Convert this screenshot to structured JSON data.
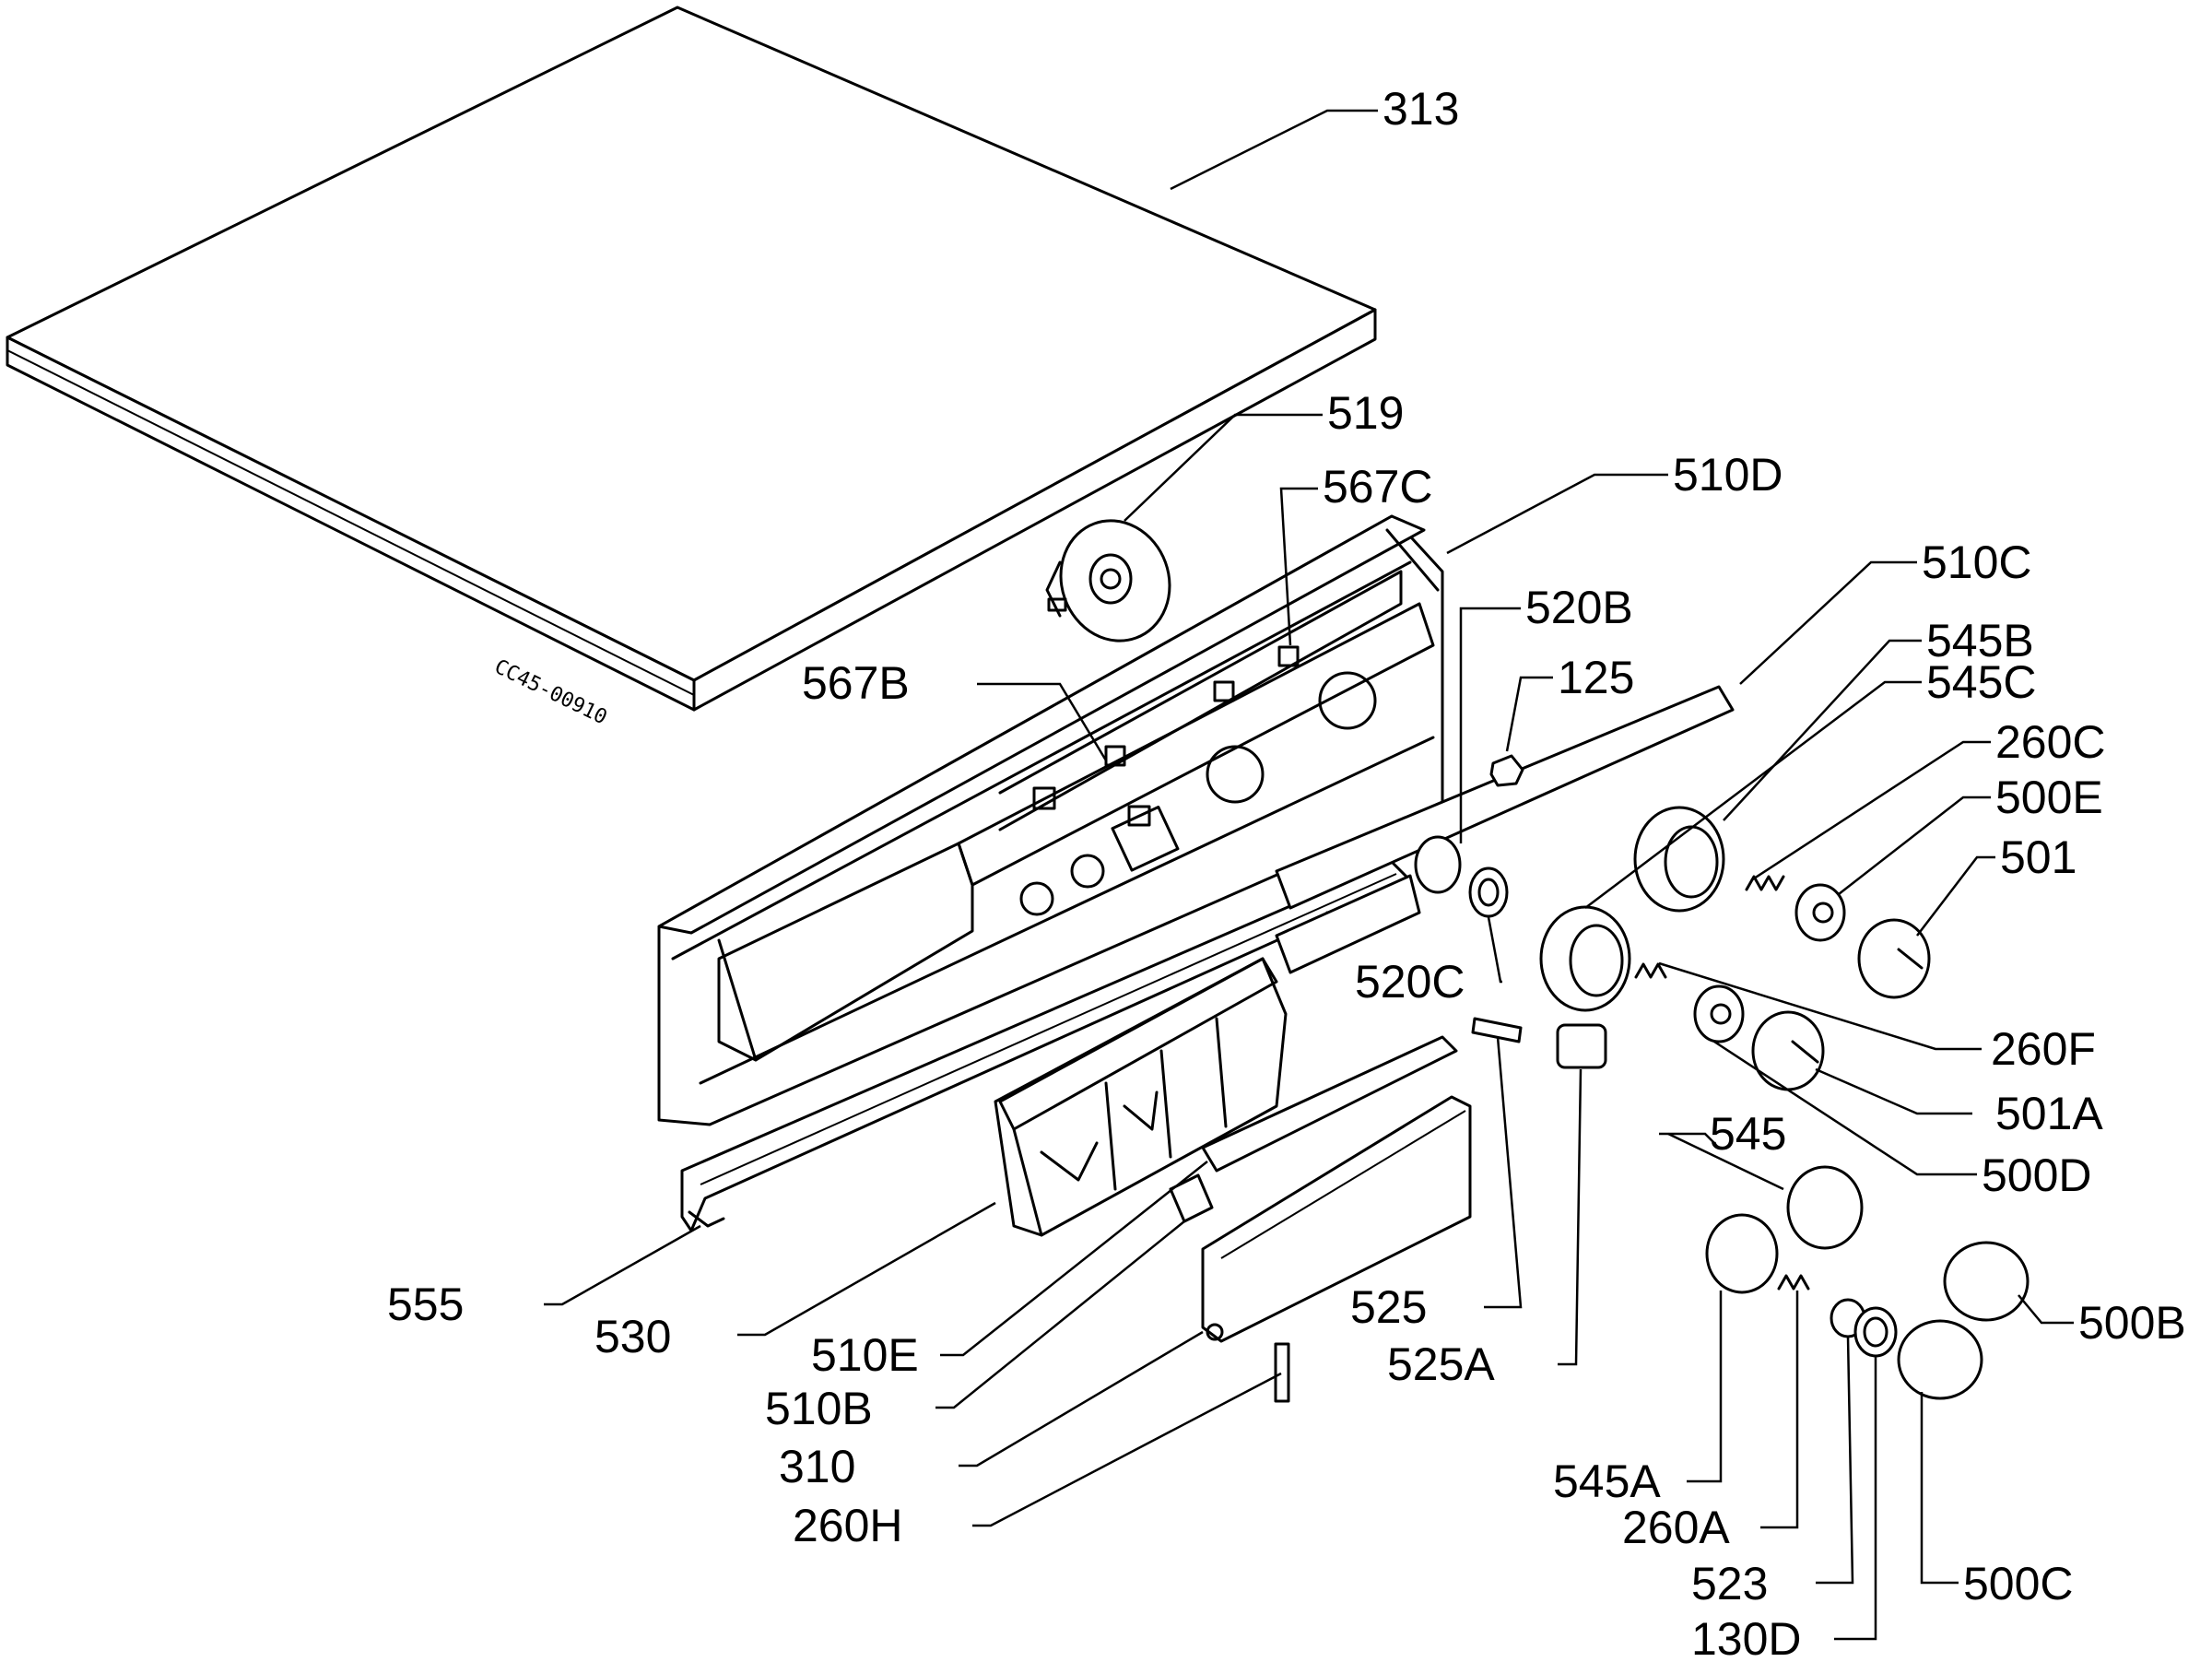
{
  "drawing_code": "CC45-00910",
  "labels": {
    "l313": "313",
    "l519": "519",
    "l510d": "510D",
    "l567c": "567C",
    "l520b": "520B",
    "l125": "125",
    "l510c": "510C",
    "l545b": "545B",
    "l545c": "545C",
    "l260c": "260C",
    "l500e": "500E",
    "l501": "501",
    "l567b": "567B",
    "l520c": "520C",
    "l260f": "260F",
    "l501a": "501A",
    "l545": "545",
    "l500d": "500D",
    "l500b": "500B",
    "l555": "555",
    "l530": "530",
    "l510e": "510E",
    "l525": "525",
    "l525a": "525A",
    "l510b": "510B",
    "l310": "310",
    "l260h": "260H",
    "l545a": "545A",
    "l260a": "260A",
    "l523": "523",
    "l130d": "130D",
    "l500c": "500C"
  }
}
